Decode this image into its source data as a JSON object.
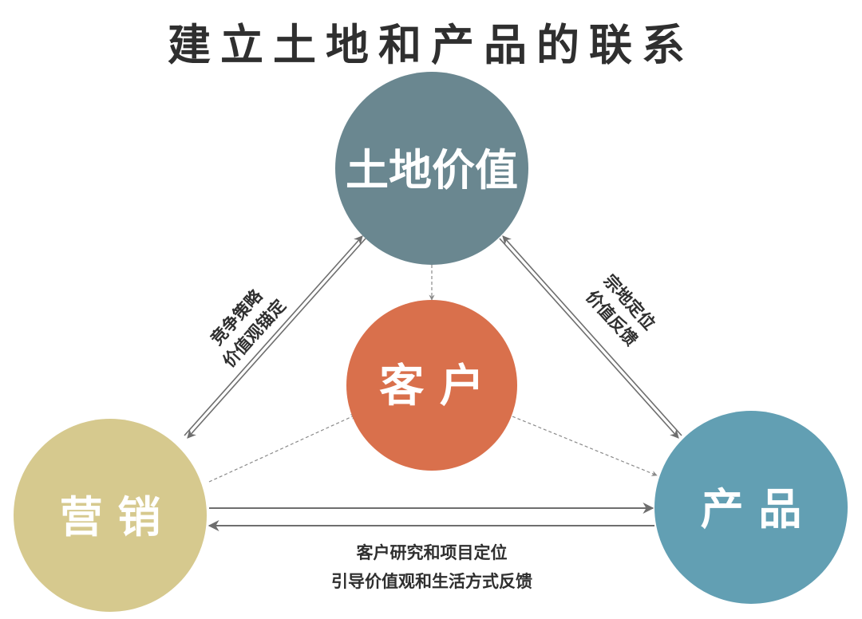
{
  "title": "建立土地和产品的联系",
  "nodes": {
    "land_value": {
      "label": "土地价值",
      "color": "#6a8790"
    },
    "customer": {
      "label": "客 户",
      "color": "#d9704c"
    },
    "marketing": {
      "label": "营 销",
      "color": "#d6c98e"
    },
    "product": {
      "label": "产 品",
      "color": "#629fb3"
    }
  },
  "edge_labels": {
    "left": {
      "line1": "竞争策略",
      "line2": "价值观锚定"
    },
    "right": {
      "line1": "宗地定位",
      "line2": "价值反馈"
    },
    "bottom": {
      "line1": "客户研究和项目定位",
      "line2": "引导价值观和生活方式反馈"
    }
  },
  "colors": {
    "arrow": "#6e6e6e",
    "title_text": "#2f2f2f"
  }
}
